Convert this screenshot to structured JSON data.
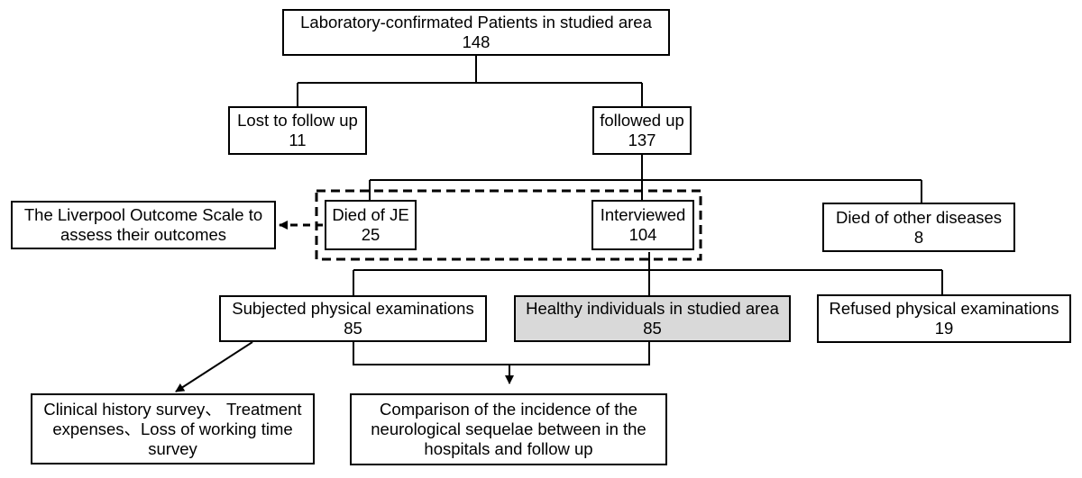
{
  "nodes": {
    "lab_confirmed": {
      "title": "Laboratory-confirmated Patients in studied area",
      "count": "148"
    },
    "lost_follow_up": {
      "title": "Lost to follow up",
      "count": "11"
    },
    "followed_up": {
      "title": "followed up",
      "count": "137"
    },
    "liverpool_scale": {
      "text": "The Liverpool Outcome Scale to assess their outcomes"
    },
    "died_je": {
      "title": "Died of JE",
      "count": "25"
    },
    "interviewed": {
      "title": "Interviewed",
      "count": "104"
    },
    "died_other": {
      "title": "Died of other diseases",
      "count": "8"
    },
    "subjected_exam": {
      "title": "Subjected physical examinations",
      "count": "85"
    },
    "healthy_individuals": {
      "title": "Healthy individuals in studied area",
      "count": "85"
    },
    "refused_exam": {
      "title": "Refused physical examinations",
      "count": "19"
    },
    "clinical_history": {
      "text": "Clinical history survey、 Treatment expenses、Loss of working time survey"
    },
    "comparison": {
      "text": "Comparison of the incidence of the neurological sequelae between in the hospitals and follow up"
    }
  },
  "colors": {
    "line": "#000000",
    "shaded_fill": "#d9d9d9"
  }
}
